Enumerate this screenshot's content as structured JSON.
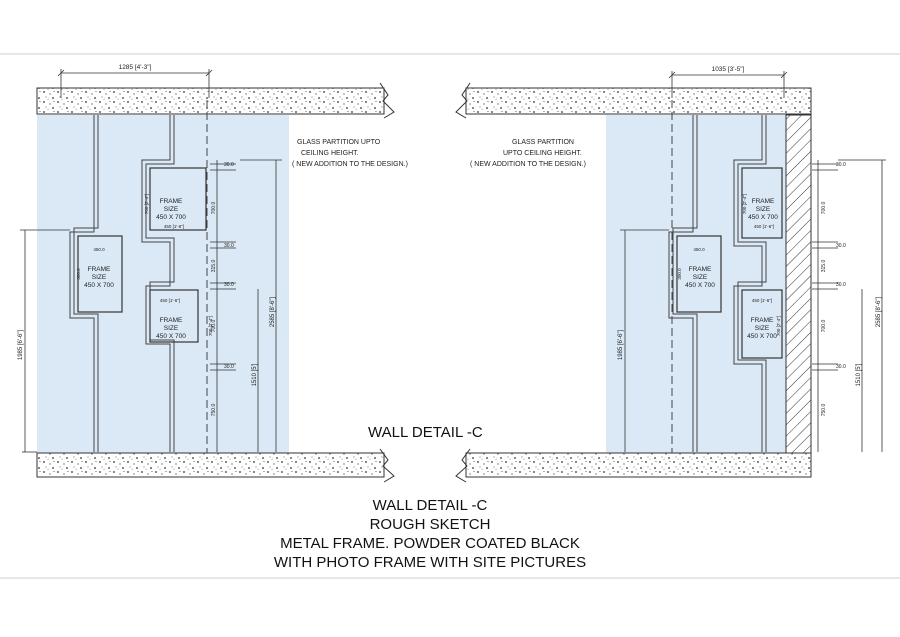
{
  "colors": {
    "glass": "#dbe9f6",
    "line": "#333333",
    "border": "#cfcfcf"
  },
  "labels": {
    "frame_line1": "FRAME",
    "frame_line2": "SIZE",
    "frame_size": "450 X 700",
    "glass_line1": "GLASS PARTITION UPTO",
    "glass_line2": "CEILING HEIGHT.",
    "glass_line3": "( NEW ADDITION TO THE DESIGN.)",
    "glass_r_line1": "GLASS PARTITION",
    "glass_r_line2": "UPTO CEILING HEIGHT.",
    "glass_r_line3": "( NEW ADDITION TO THE DESIGN.)"
  },
  "dimensions": {
    "left_width": "1285 [4'-3\"]",
    "right_width": "1035 [3'-5\"]",
    "d30": "30.0",
    "d700": "700.0",
    "d315": "315.0",
    "d750": "750.0",
    "d450": "450.0",
    "w450": "450 [1'-6\"]",
    "h700": "700 [2'-4\"]",
    "h300": "300.0",
    "total_2585": "2585 [8'-6\"]",
    "total_1985": "1985 [6'-6\"]",
    "total_1510": "1510 [5']"
  },
  "titles": {
    "main": "WALL DETAIL -C",
    "caption": [
      "WALL DETAIL -C",
      "ROUGH SKETCH",
      "METAL FRAME. POWDER COATED BLACK",
      "WITH PHOTO FRAME WITH SITE PICTURES"
    ]
  }
}
